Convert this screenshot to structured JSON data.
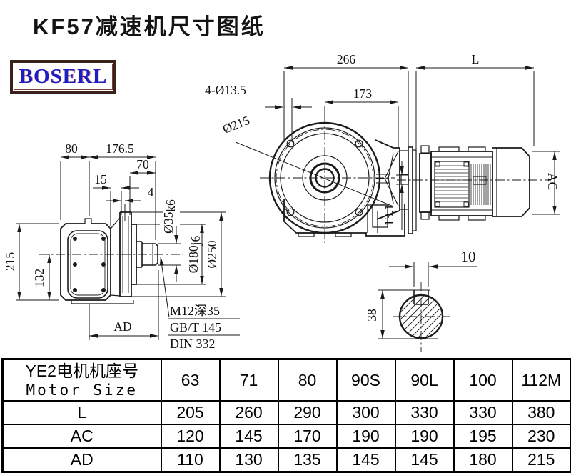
{
  "page": {
    "title": "KF57减速机尺寸图纸"
  },
  "logo": {
    "text": "BOSERL"
  },
  "colors": {
    "line": "#1a1a1a",
    "logo_text": "#1e1ec0",
    "logo_border": "#3a221a"
  },
  "drawing": {
    "front_view": {
      "dim_width_266": "266",
      "dim_motor_len": "L",
      "dim_173": "173",
      "dim_bolt_holes": "4-Ø13.5",
      "dim_flange_od": "Ø215",
      "dim_13_1": "13.1",
      "dim_motor_ac": "AC"
    },
    "side_view": {
      "dim_80": "80",
      "dim_176_5": "176.5",
      "dim_70": "70",
      "dim_15": "15",
      "dim_4": "4",
      "dim_215": "215",
      "dim_132": "132",
      "dim_ad": "AD",
      "dim_shaft_dia": "Ø35",
      "dim_shaft_tol": "k6",
      "dim_spigot_dia": "Ø180",
      "dim_spigot_tol": "j6",
      "dim_flange_dia": "Ø250",
      "note_thread": "M12深35",
      "note_gb": "GB/T 145",
      "note_din": "DIN 332"
    },
    "shaft_section": {
      "dim_key_width": "10",
      "dim_key_height": "38"
    }
  },
  "table": {
    "header_cn": "YE2电机机座号",
    "header_en": "Motor Size",
    "columns": [
      "63",
      "71",
      "80",
      "90S",
      "90L",
      "100",
      "112M"
    ],
    "rows": [
      {
        "label": "L",
        "values": [
          "205",
          "260",
          "290",
          "300",
          "330",
          "330",
          "380"
        ]
      },
      {
        "label": "AC",
        "values": [
          "120",
          "145",
          "170",
          "190",
          "190",
          "195",
          "230"
        ]
      },
      {
        "label": "AD",
        "values": [
          "110",
          "130",
          "135",
          "145",
          "145",
          "180",
          "215"
        ]
      }
    ]
  }
}
